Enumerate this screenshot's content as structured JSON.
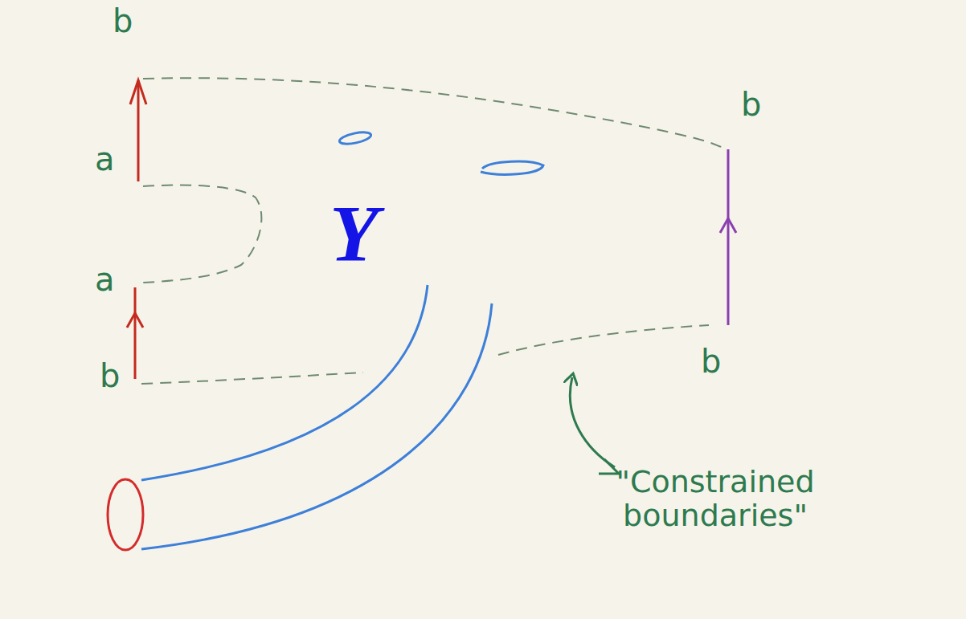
{
  "diagram": {
    "labels": [
      "b",
      "b",
      "a",
      "Y",
      "a",
      "b",
      "b",
      "\"Constrained boundaries\""
    ]
  }
}
